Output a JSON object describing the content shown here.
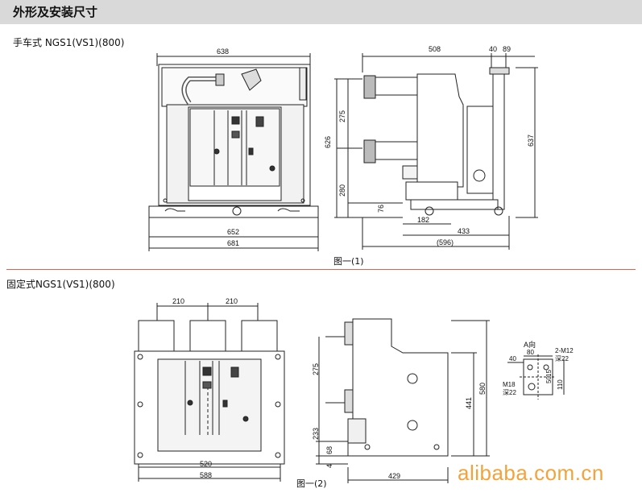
{
  "page": {
    "title": "外形及安装尺寸"
  },
  "section1": {
    "title": "手车式 NGS1(VS1)(800)",
    "caption": "图一(1)",
    "front": {
      "d638": "638",
      "d652": "652",
      "d681": "681"
    },
    "side": {
      "d508": "508",
      "d40": "40",
      "d89": "89",
      "d275": "275",
      "d626": "626",
      "d637": "637",
      "d280": "280",
      "d76": "76",
      "d182": "182",
      "d433": "433",
      "d596": "(596)"
    }
  },
  "section2": {
    "title": "固定式NGS1(VS1)(800)",
    "caption": "图一(2)",
    "front": {
      "d210a": "210",
      "d210b": "210",
      "d520": "520",
      "d588": "588"
    },
    "side": {
      "d275": "275",
      "d233": "233",
      "d68": "68",
      "d4": "4",
      "d441": "441",
      "d580": "580",
      "d429": "429"
    },
    "detail": {
      "view": "A向",
      "d40": "40",
      "d80": "80",
      "m12": "2-M12",
      "deep22a": "深22",
      "d15": "15",
      "d50": "50",
      "d110": "110",
      "m18": "M18",
      "deep22b": "深22"
    }
  },
  "watermark": "alibaba.com.cn"
}
